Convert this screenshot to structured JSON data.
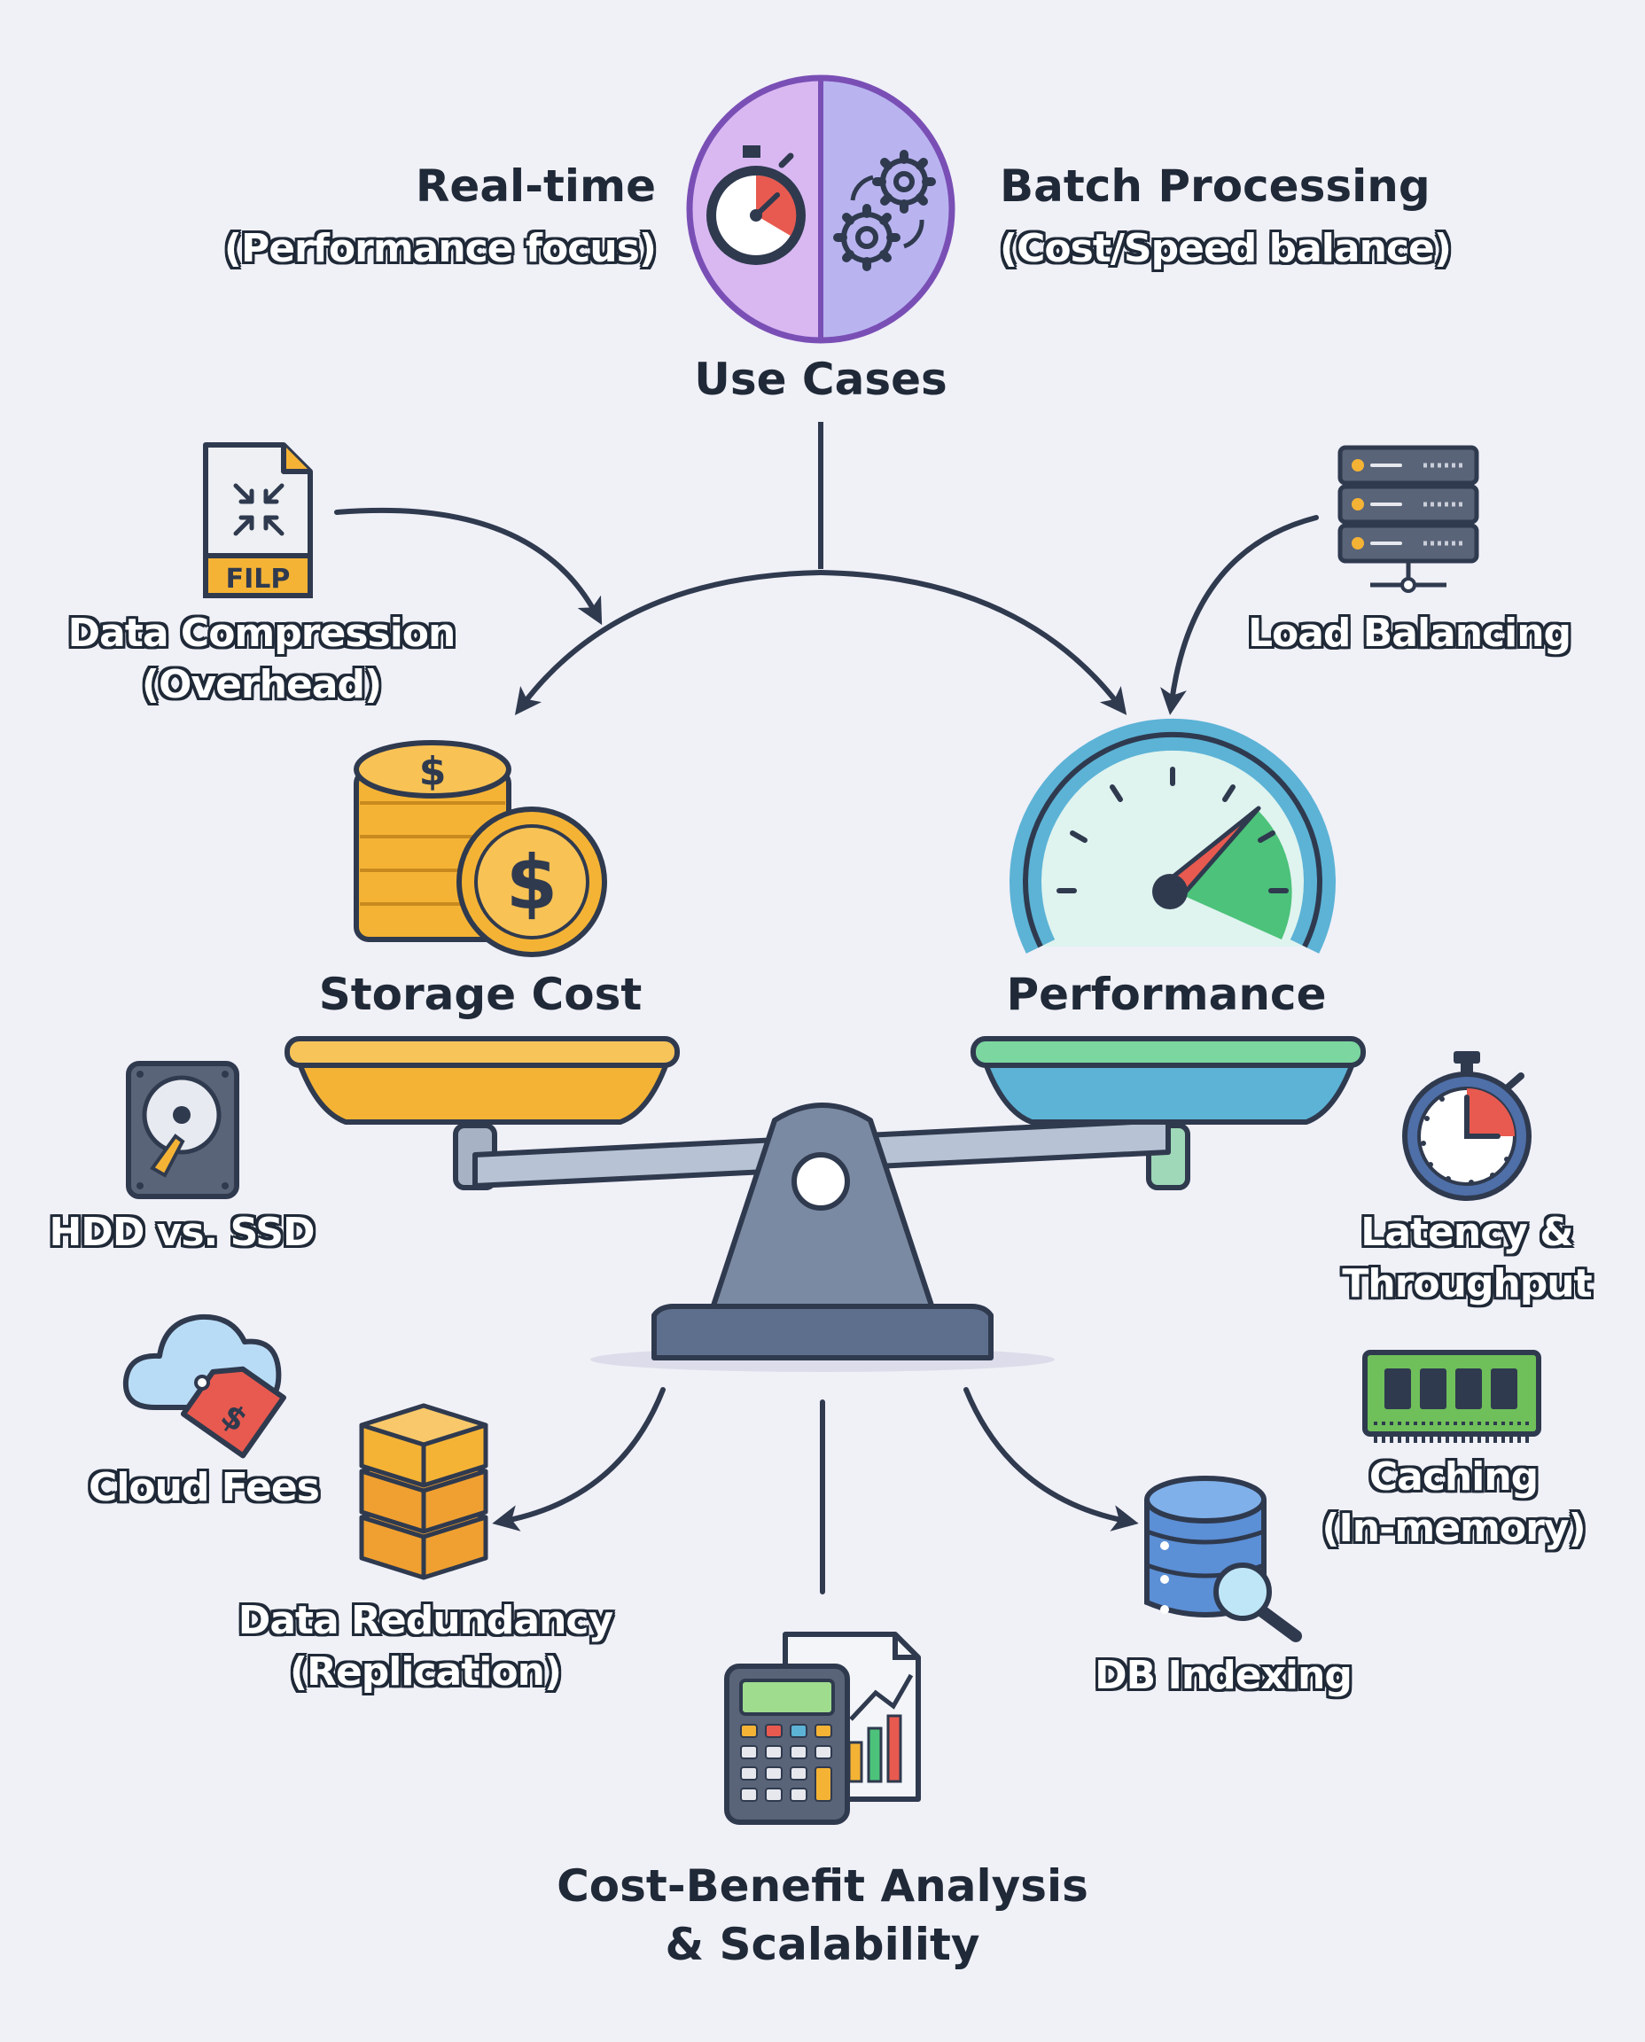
{
  "use_cases": {
    "title": "Use Cases",
    "left_title": "Real-time",
    "left_sub": "(Performance focus)",
    "right_title": "Batch Processing",
    "right_sub": "(Cost/Speed balance)"
  },
  "balance": {
    "left_label": "Storage Cost",
    "right_label": "Performance"
  },
  "factors": {
    "compression": {
      "line1": "Data Compression",
      "line2": "(Overhead)",
      "file_tag": "FILP"
    },
    "load_balancing": "Load Balancing",
    "hdd_ssd": "HDD vs. SSD",
    "cloud_fees": "Cloud Fees",
    "redundancy": {
      "line1": "Data Redundancy",
      "line2": "(Replication)"
    },
    "latency": {
      "line1": "Latency &",
      "line2": "Throughput"
    },
    "caching": {
      "line1": "Caching",
      "line2": "(In-memory)"
    },
    "db_indexing": "DB Indexing",
    "analysis": {
      "line1": "Cost-Benefit Analysis",
      "line2": "& Scalability"
    }
  },
  "colors": {
    "background": "#f0f0f7",
    "outline": "#2f3a4f",
    "coin_gold": "#f5b335",
    "pan_orange": "#f5b335",
    "pan_blue": "#5cb3d6",
    "gauge_green": "#4cc27a",
    "accent_red": "#e85a4f",
    "purple": "#cdb0ee"
  },
  "icons": [
    "stopwatch-icon",
    "gears-icon",
    "file-compress-icon",
    "server-rack-icon",
    "coin-stack-icon",
    "speedometer-icon",
    "hard-drive-icon",
    "cloud-price-tag-icon",
    "stacked-layers-icon",
    "calculator-report-icon",
    "database-search-icon",
    "memory-chip-icon",
    "timer-icon",
    "balance-scale-icon"
  ]
}
